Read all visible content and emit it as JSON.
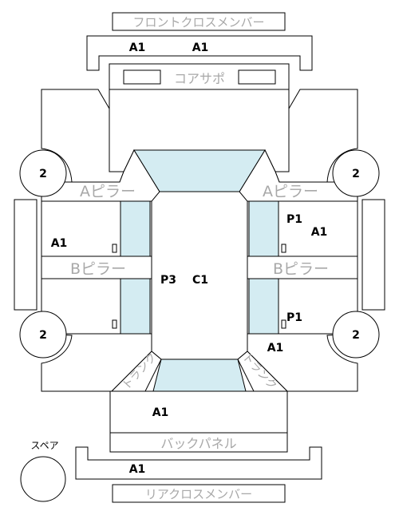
{
  "labels": {
    "front_cross_member": "フロントクロスメンバー",
    "core_support": "コアサポ",
    "a_pillar": "Aピラー",
    "b_pillar": "Bピラー",
    "back_panel": "バックパネル",
    "rear_cross_member": "リアクロスメンバー",
    "spare": "スペア",
    "trunk": "トランク"
  },
  "codes": {
    "front_member": "A1",
    "front_member_2": "A1",
    "left_sill": "A1",
    "right_front_door": "A1",
    "right_rear_quarter": "A1",
    "trunk_floor": "A1",
    "rear_member": "A1",
    "roof_p3": "P3",
    "roof_c1": "C1",
    "right_front_door_p1": "P1",
    "right_rear_door_p1": "P1"
  },
  "wheels": {
    "front_left": "2",
    "front_right": "2",
    "rear_left": "2",
    "rear_right": "2"
  },
  "colors": {
    "glass": "#d4ecf2",
    "label_gray": "#a8a8a8",
    "line": "#000000"
  }
}
